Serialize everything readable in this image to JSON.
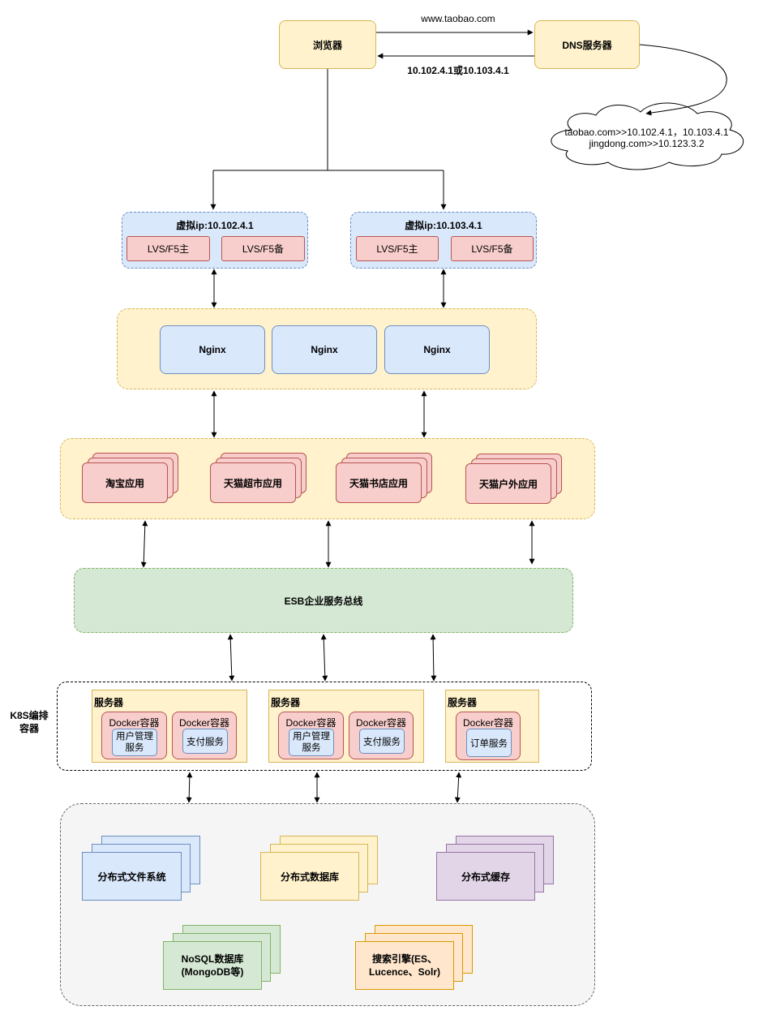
{
  "browser": "浏览器",
  "dns": "DNS服务器",
  "dns_request": "www.taobao.com",
  "dns_response": "10.102.4.1或10.103.4.1",
  "cloud": {
    "line1": "taobao.com>>10.102.4.1，10.103.4.1",
    "line2": "jingdong.com>>10.123.3.2"
  },
  "vip": [
    {
      "title": "虚拟ip:10.102.4.1",
      "main": "LVS/F5主",
      "backup": "LVS/F5备"
    },
    {
      "title": "虚拟ip:10.103.4.1",
      "main": "LVS/F5主",
      "backup": "LVS/F5备"
    }
  ],
  "nginx": [
    "Nginx",
    "Nginx",
    "Nginx"
  ],
  "apps": [
    "淘宝应用",
    "天猫超市应用",
    "天猫书店应用",
    "天猫户外应用"
  ],
  "esb": "ESB企业服务总线",
  "k8s_label": "K8S编排容器",
  "servers": [
    {
      "title": "服务器",
      "containers": [
        {
          "title": "Docker容器",
          "service": "用户管理服务"
        },
        {
          "title": "Docker容器",
          "service": "支付服务"
        }
      ]
    },
    {
      "title": "服务器",
      "containers": [
        {
          "title": "Docker容器",
          "service": "用户管理服务"
        },
        {
          "title": "Docker容器",
          "service": "支付服务"
        }
      ]
    },
    {
      "title": "服务器",
      "containers": [
        {
          "title": "Docker容器",
          "service": "订单服务"
        }
      ]
    }
  ],
  "storage": {
    "dfs": "分布式文件系统",
    "ddb": "分布式数据库",
    "cache": "分布式缓存",
    "nosql": "NoSQL数据库(MongoDB等)",
    "search": "搜索引擎(ES、Lucence、Solr)"
  }
}
